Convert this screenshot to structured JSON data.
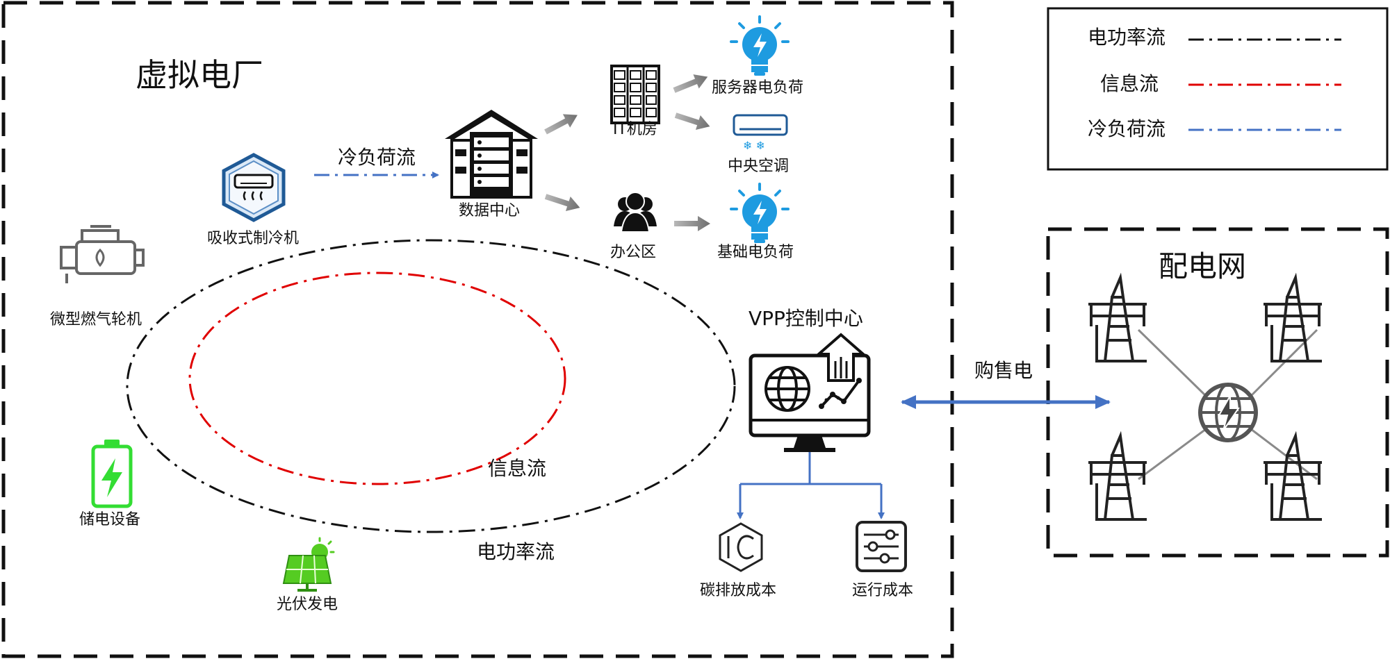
{
  "vpp": {
    "title": "虚拟电厂"
  },
  "grid": {
    "title": "配电网"
  },
  "legend": {
    "items": [
      {
        "label": "电功率流",
        "color": "#111111"
      },
      {
        "label": "信息流",
        "color": "#e00000"
      },
      {
        "label": "冷负荷流",
        "color": "#4472c4"
      }
    ]
  },
  "nodes": {
    "absorption_chiller": "吸收式制冷机",
    "cold_flow_label": "冷负荷流",
    "data_center": "数据中心",
    "it_room": "IT机房",
    "office": "办公区",
    "server_load": "服务器电负荷",
    "central_ac": "中央空调",
    "base_load": "基础电负荷",
    "micro_turbine": "微型燃气轮机",
    "storage": "储电设备",
    "pv": "光伏发电",
    "control_center": "VPP控制中心",
    "carbon_cost": "碳排放成本",
    "operating_cost": "运行成本",
    "power_flow_label": "电功率流",
    "info_flow_label": "信息流",
    "trade_label": "购售电"
  },
  "colors": {
    "power": "#111111",
    "info": "#e00000",
    "cold": "#4472c4",
    "bulb": "#1e9be0",
    "battery": "#33dd33",
    "pv": "#55cc22",
    "arrow_gray": "#7f7f7f"
  }
}
